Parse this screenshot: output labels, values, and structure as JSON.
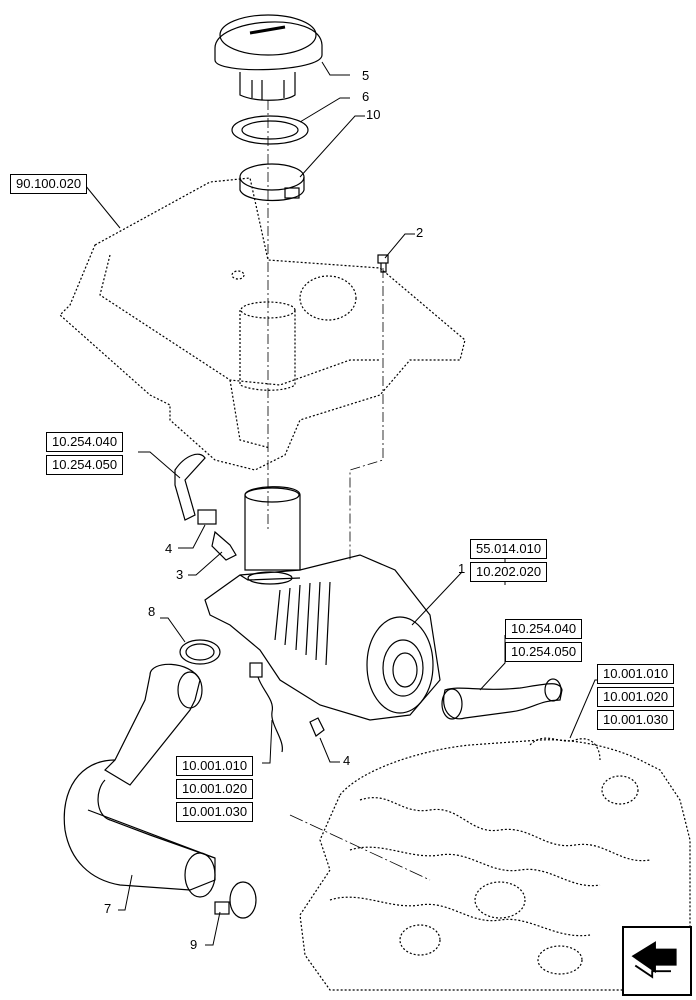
{
  "callouts": [
    "1",
    "2",
    "3",
    "4",
    "4",
    "5",
    "6",
    "7",
    "8",
    "9",
    "10"
  ],
  "references": {
    "top_left": "90.100.020",
    "left_group": [
      "10.254.040",
      "10.254.050"
    ],
    "mid_right_group": [
      "55.014.010",
      "10.202.020"
    ],
    "right_group": [
      "10.254.040",
      "10.254.050"
    ],
    "far_right_group": [
      "10.001.010",
      "10.001.020",
      "10.001.030"
    ],
    "bottom_mid_group": [
      "10.001.010",
      "10.001.020",
      "10.001.030"
    ]
  },
  "icons": {
    "nav": "arrow-next-page-icon"
  }
}
